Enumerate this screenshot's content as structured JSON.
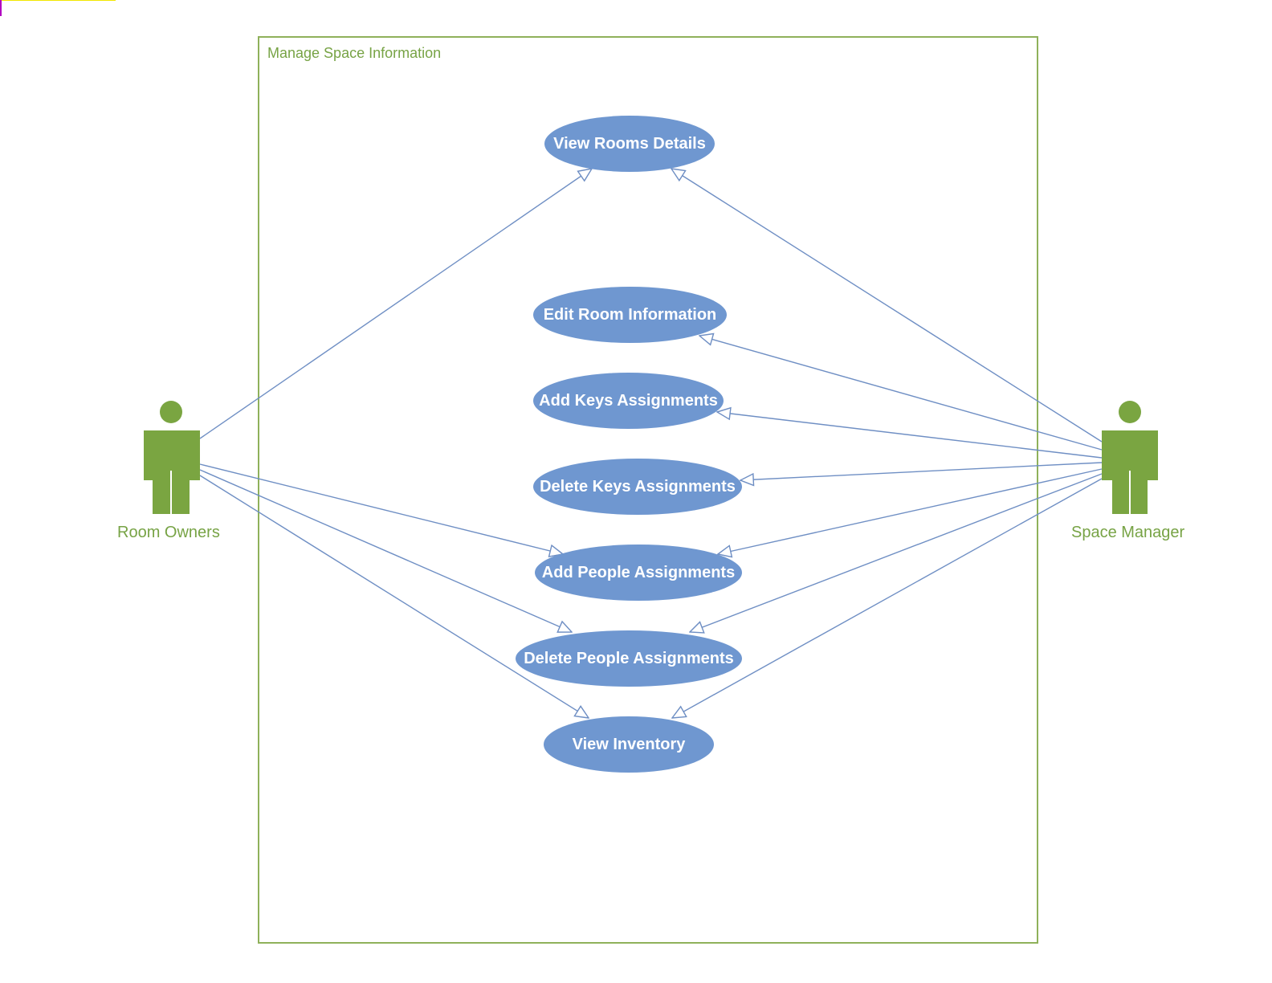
{
  "diagram": {
    "boundary_title": "Manage Space Information",
    "actors": {
      "room_owners": "Room Owners",
      "space_manager": "Space Manager"
    },
    "use_cases": [
      "View Rooms Details",
      "Edit Room Information",
      "Add Keys Assignments",
      "Delete Keys Assignments",
      "Add People Assignments",
      "Delete People Assignments",
      "View Inventory"
    ],
    "associations": [
      {
        "from": "Room Owners",
        "to": "View Rooms Details"
      },
      {
        "from": "Room Owners",
        "to": "Add People Assignments"
      },
      {
        "from": "Room Owners",
        "to": "Delete People Assignments"
      },
      {
        "from": "Room Owners",
        "to": "View Inventory"
      },
      {
        "from": "Space Manager",
        "to": "View Rooms Details"
      },
      {
        "from": "Space Manager",
        "to": "Edit Room Information"
      },
      {
        "from": "Space Manager",
        "to": "Add Keys Assignments"
      },
      {
        "from": "Space Manager",
        "to": "Delete Keys Assignments"
      },
      {
        "from": "Space Manager",
        "to": "Add People Assignments"
      },
      {
        "from": "Space Manager",
        "to": "Delete People Assignments"
      },
      {
        "from": "Space Manager",
        "to": "View Inventory"
      }
    ],
    "colors": {
      "actor": "#77a345",
      "boundary": "#8fb15a",
      "use_case_fill": "#6f97d0",
      "use_case_text": "#ffffff",
      "connector": "#6f8fc4"
    }
  }
}
